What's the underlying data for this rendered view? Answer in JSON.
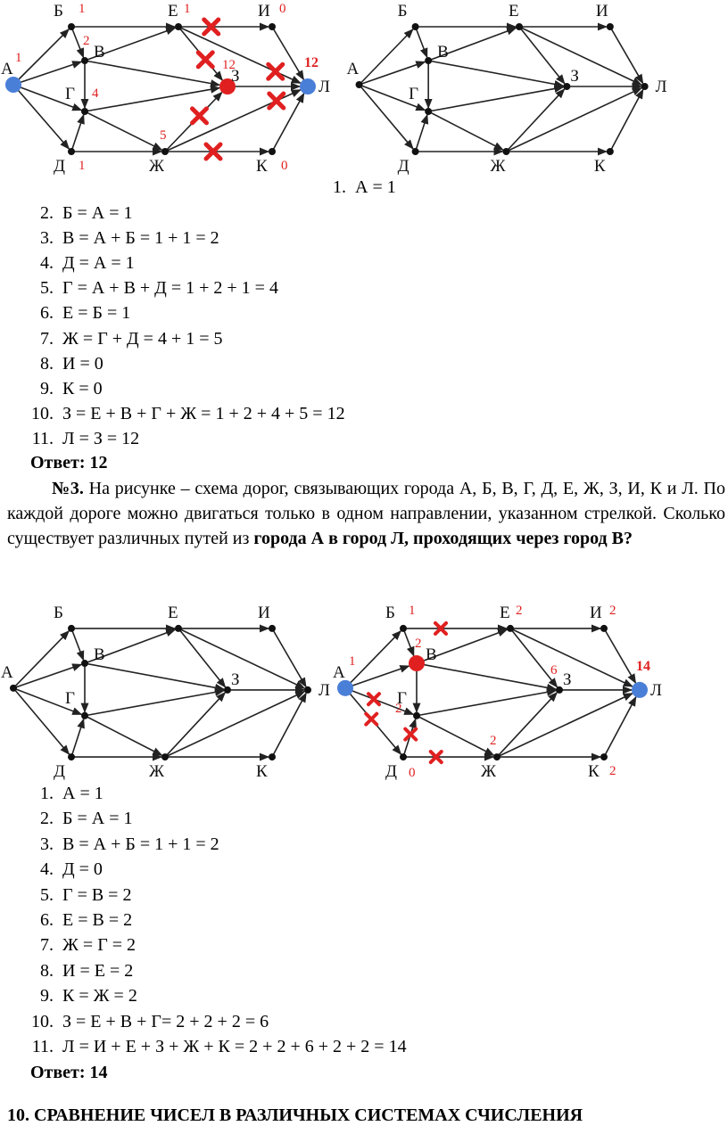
{
  "problem2": {
    "steps": [
      {
        "n": "1.",
        "text": "А = 1"
      },
      {
        "n": "2.",
        "text": "Б = А = 1"
      },
      {
        "n": "3.",
        "text": "В = А + Б = 1 + 1 = 2"
      },
      {
        "n": "4.",
        "text": "Д = А = 1"
      },
      {
        "n": "5.",
        "text": "Г = А + В + Д = 1 + 2 + 1  = 4"
      },
      {
        "n": "6.",
        "text": "Е = Б = 1"
      },
      {
        "n": "7.",
        "text": "Ж = Г + Д = 4 + 1 = 5"
      },
      {
        "n": "8.",
        "text": "И = 0"
      },
      {
        "n": "9.",
        "text": "К = 0"
      },
      {
        "n": "10.",
        "text": "З = Е + В + Г + Ж = 1 + 2 + 4 + 5 = 12"
      },
      {
        "n": "11.",
        "text": "Л = З = 12"
      }
    ],
    "answer": "Ответ: 12",
    "graph_left": {
      "node_labels": {
        "A": "А",
        "B": "Б",
        "V": "В",
        "G": "Г",
        "D": "Д",
        "E": "Е",
        "Zh": "Ж",
        "I": "И",
        "Z": "З",
        "K": "К",
        "L": "Л"
      },
      "counts": {
        "A": "1",
        "B": "1",
        "V": "2",
        "G": "4",
        "D": "1",
        "E": "1",
        "Zh": "5",
        "I": "0",
        "Z": "12",
        "K": "0",
        "L": "12"
      }
    },
    "graph_right": {
      "node_labels": {
        "A": "А",
        "B": "Б",
        "V": "В",
        "G": "Г",
        "D": "Д",
        "E": "Е",
        "Zh": "Ж",
        "I": "И",
        "Z": "З",
        "K": "К",
        "L": "Л"
      }
    }
  },
  "problem3": {
    "number": "№3.",
    "text": " На рисунке – схема дорог, связывающих города А, Б, В, Г, Д, Е, Ж, З, И, К и Л. По каждой дороге можно двигаться только в одном направлении, указанном стрелкой. Сколько существует различных путей из ",
    "bold_text": "города А в город Л, проходящих через город В?",
    "graph_left": {
      "node_labels": {
        "A": "А",
        "B": "Б",
        "V": "В",
        "G": "Г",
        "D": "Д",
        "E": "Е",
        "Zh": "Ж",
        "I": "И",
        "Z": "З",
        "K": "К",
        "L": "Л"
      }
    },
    "graph_right": {
      "node_labels": {
        "A": "А",
        "B": "Б",
        "V": "В",
        "G": "Г",
        "D": "Д",
        "E": "Е",
        "Zh": "Ж",
        "I": "И",
        "Z": "З",
        "K": "К",
        "L": "Л"
      },
      "counts": {
        "A": "1",
        "B": "1",
        "V": "2",
        "G": "2",
        "D": "0",
        "E": "2",
        "Zh": "2",
        "I": "2",
        "Z": "6",
        "K": "2",
        "L": "14"
      }
    },
    "steps": [
      {
        "n": "1.",
        "text": "А = 1"
      },
      {
        "n": "2.",
        "text": "Б = А = 1"
      },
      {
        "n": "3.",
        "text": "В = А + Б = 1 + 1 = 2"
      },
      {
        "n": "4.",
        "text": "Д = 0"
      },
      {
        "n": "5.",
        "text": "Г = В = 2"
      },
      {
        "n": "6.",
        "text": "Е = В = 2"
      },
      {
        "n": "7.",
        "text": "Ж = Г = 2"
      },
      {
        "n": "8.",
        "text": "И = Е = 2"
      },
      {
        "n": "9.",
        "text": "К = Ж = 2"
      },
      {
        "n": "10.",
        "text": "З = Е + В + Г= 2 + 2 + 2 = 6"
      },
      {
        "n": "11.",
        "text": "Л = И + Е + З + Ж + К = 2 + 2 + 6 + 2 + 2 = 14"
      }
    ],
    "answer": "Ответ: 14"
  },
  "section_heading": "10. СРАВНЕНИЕ ЧИСЕЛ В РАЗЛИЧНЫХ СИСТЕМАХ СЧИСЛЕНИЯ",
  "colors": {
    "accent_red": "#e02020",
    "node_blue": "#4a7fd8",
    "line": "#222222"
  }
}
